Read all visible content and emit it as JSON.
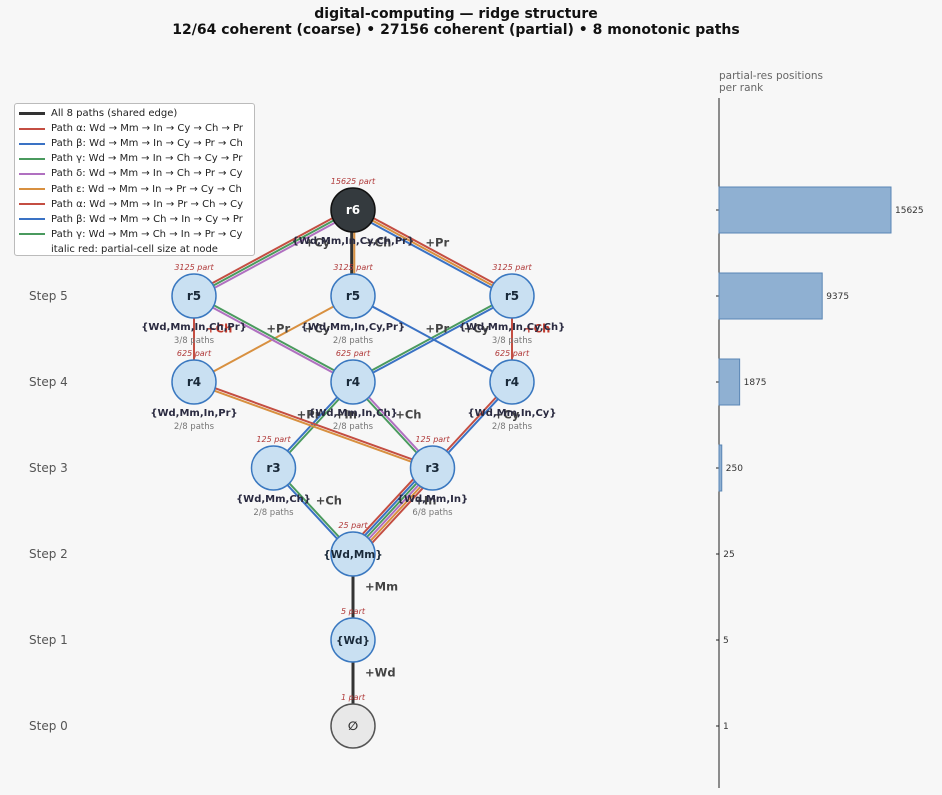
{
  "title": {
    "line1": "digital-computing — ridge structure",
    "line2": "12/64 coherent (coarse)  •  27156 coherent (partial)  •  8 monotonic paths"
  },
  "colors": {
    "alpha": "#c44e42",
    "beta": "#3a72c4",
    "gamma": "#4a9a5e",
    "delta": "#b070c0",
    "epsilon": "#d89040",
    "shared": "#333333",
    "node_fill": "#c9e0f2",
    "node_stroke": "#3a78c0",
    "top_node_fill": "#343a3e",
    "empty_node_fill": "#e8e8e8",
    "bar_fill": "#8fb0d2",
    "bar_stroke": "#5a86b5"
  },
  "legend": [
    {
      "label": "All 8 paths (shared edge)",
      "color": "#333333",
      "style": "thick"
    },
    {
      "label": "Path α: Wd → Mm → In → Cy → Ch → Pr",
      "color": "#c44e42"
    },
    {
      "label": "Path β: Wd → Mm → In → Cy → Pr → Ch",
      "color": "#3a72c4"
    },
    {
      "label": "Path γ: Wd → Mm → In → Ch → Cy → Pr",
      "color": "#4a9a5e"
    },
    {
      "label": "Path δ: Wd → Mm → In → Ch → Pr → Cy",
      "color": "#b070c0"
    },
    {
      "label": "Path ε: Wd → Mm → In → Pr → Cy → Ch",
      "color": "#d89040"
    },
    {
      "label": "Path α: Wd → Mm → In → Pr → Ch → Cy",
      "color": "#c44e42"
    },
    {
      "label": "Path β: Wd → Mm → Ch → In → Cy → Pr",
      "color": "#3a72c4"
    },
    {
      "label": "Path γ: Wd → Mm → Ch → In → Pr → Cy",
      "color": "#4a9a5e"
    },
    {
      "label": "italic red: partial-cell size at node",
      "color": "none"
    }
  ],
  "steps": [
    "Step 0",
    "Step 1",
    "Step 2",
    "Step 3",
    "Step 4",
    "Step 5"
  ],
  "nodes": [
    {
      "id": "n0",
      "step": 0,
      "col": 0,
      "label": "∅",
      "set": "",
      "paths": "",
      "part": "1 part",
      "kind": "empty"
    },
    {
      "id": "n1",
      "step": 1,
      "col": 0,
      "label": "{Wd}",
      "set": "",
      "paths": "",
      "part": "5 part",
      "kind": "small"
    },
    {
      "id": "n2",
      "step": 2,
      "col": 0,
      "label": "{Wd,Mm}",
      "set": "",
      "paths": "",
      "part": "25 part",
      "kind": "small"
    },
    {
      "id": "n3a",
      "step": 3,
      "col": -1,
      "label": "r3",
      "set": "{Wd,Mm,Ch}",
      "paths": "2/8 paths",
      "part": "125 part",
      "kind": "normal"
    },
    {
      "id": "n3b",
      "step": 3,
      "col": 1,
      "label": "r3",
      "set": "{Wd,Mm,In}",
      "paths": "6/8 paths",
      "part": "125 part",
      "kind": "normal"
    },
    {
      "id": "n4a",
      "step": 4,
      "col": -2,
      "label": "r4",
      "set": "{Wd,Mm,In,Pr}",
      "paths": "2/8 paths",
      "part": "625 part",
      "kind": "normal"
    },
    {
      "id": "n4b",
      "step": 4,
      "col": 0,
      "label": "r4",
      "set": "{Wd,Mm,In,Ch}",
      "paths": "2/8 paths",
      "part": "625 part",
      "kind": "normal"
    },
    {
      "id": "n4c",
      "step": 4,
      "col": 2,
      "label": "r4",
      "set": "{Wd,Mm,In,Cy}",
      "paths": "2/8 paths",
      "part": "625 part",
      "kind": "normal"
    },
    {
      "id": "n5a",
      "step": 5,
      "col": -2,
      "label": "r5",
      "set": "{Wd,Mm,In,Ch,Pr}",
      "paths": "3/8 paths",
      "part": "3125 part",
      "kind": "normal"
    },
    {
      "id": "n5b",
      "step": 5,
      "col": 0,
      "label": "r5",
      "set": "{Wd,Mm,In,Cy,Pr}",
      "paths": "2/8 paths",
      "part": "3125 part",
      "kind": "normal"
    },
    {
      "id": "n5c",
      "step": 5,
      "col": 2,
      "label": "r5",
      "set": "{Wd,Mm,In,Cy,Ch}",
      "paths": "3/8 paths",
      "part": "3125 part",
      "kind": "normal"
    },
    {
      "id": "n6",
      "step": 6,
      "col": 0,
      "label": "r6",
      "set": "{Wd,Mm,In,Cy,Ch,Pr}",
      "paths": "",
      "part": "15625 part",
      "kind": "top"
    }
  ],
  "edges": [
    {
      "from": "n0",
      "to": "n1",
      "colors": [
        "shared"
      ],
      "label": "+Wd",
      "red": false
    },
    {
      "from": "n1",
      "to": "n2",
      "colors": [
        "shared"
      ],
      "label": "+Mm",
      "red": false
    },
    {
      "from": "n2",
      "to": "n3a",
      "colors": [
        "beta",
        "gamma"
      ],
      "label": "+Ch",
      "red": false
    },
    {
      "from": "n2",
      "to": "n3b",
      "colors": [
        "alpha",
        "beta",
        "gamma",
        "delta",
        "epsilon",
        "alpha"
      ],
      "label": "+In",
      "red": false
    },
    {
      "from": "n3a",
      "to": "n4b",
      "colors": [
        "beta",
        "gamma"
      ],
      "label": "+In",
      "red": false
    },
    {
      "from": "n3b",
      "to": "n4a",
      "colors": [
        "epsilon",
        "alpha"
      ],
      "label": "+Pr",
      "red": false
    },
    {
      "from": "n3b",
      "to": "n4b",
      "colors": [
        "gamma",
        "delta"
      ],
      "label": "+Ch",
      "red": false
    },
    {
      "from": "n3b",
      "to": "n4c",
      "colors": [
        "alpha",
        "beta"
      ],
      "label": "+Cy",
      "red": false
    },
    {
      "from": "n4a",
      "to": "n5a",
      "colors": [
        "alpha"
      ],
      "label": "+Ch",
      "red": true
    },
    {
      "from": "n4a",
      "to": "n5b",
      "colors": [
        "epsilon"
      ],
      "label": "+Cy",
      "red": false
    },
    {
      "from": "n4b",
      "to": "n5a",
      "colors": [
        "delta",
        "gamma"
      ],
      "label": "+Pr",
      "red": false
    },
    {
      "from": "n4b",
      "to": "n5c",
      "colors": [
        "gamma",
        "beta"
      ],
      "label": "+Cy",
      "red": false
    },
    {
      "from": "n4c",
      "to": "n5b",
      "colors": [
        "beta"
      ],
      "label": "+Pr",
      "red": false
    },
    {
      "from": "n4c",
      "to": "n5c",
      "colors": [
        "alpha"
      ],
      "label": "+Ch",
      "red": true
    },
    {
      "from": "n5a",
      "to": "n6",
      "colors": [
        "alpha",
        "gamma",
        "delta"
      ],
      "label": "+Cy",
      "red": false
    },
    {
      "from": "n5b",
      "to": "n6",
      "colors": [
        "shared",
        "epsilon"
      ],
      "label": "+Ch",
      "red": false
    },
    {
      "from": "n5c",
      "to": "n6",
      "colors": [
        "beta",
        "epsilon",
        "alpha"
      ],
      "label": "+Pr",
      "red": false
    }
  ],
  "bars": {
    "title_line1": "partial-res positions",
    "title_line2": "per rank",
    "values": [
      1,
      5,
      25,
      250,
      1875,
      9375,
      15625
    ],
    "labels": [
      "1",
      "5",
      "25",
      "250",
      "1875",
      "9375",
      "15625"
    ]
  }
}
